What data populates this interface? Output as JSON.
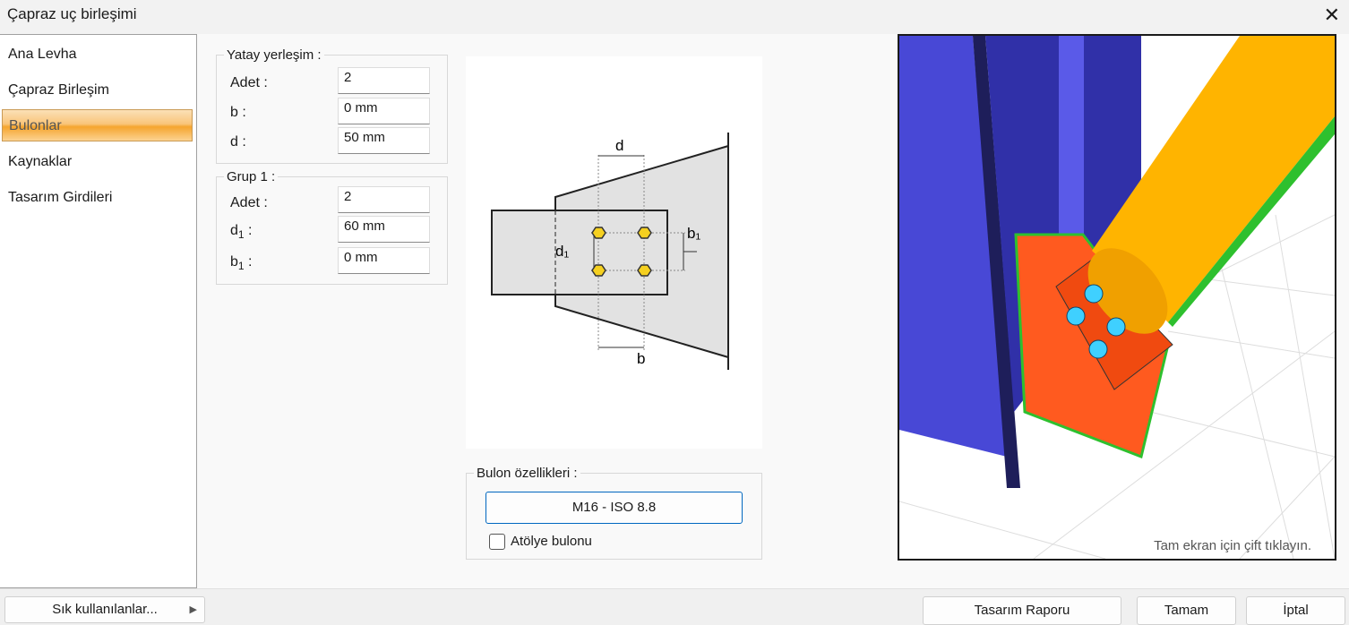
{
  "window": {
    "title": "Çapraz uç birleşimi",
    "close_icon": "close-icon"
  },
  "sidebar": {
    "items": [
      {
        "label": "Ana Levha"
      },
      {
        "label": "Çapraz Birleşim"
      },
      {
        "label": "Bulonlar"
      },
      {
        "label": "Kaynaklar"
      },
      {
        "label": "Tasarım Girdileri"
      }
    ]
  },
  "yatay": {
    "title": "Yatay yerleşim :",
    "adet_label": "Adet :",
    "adet": "2",
    "b_label": "b :",
    "b": "0 mm",
    "d_label": "d :",
    "d": "50 mm"
  },
  "grup1": {
    "title": "Grup 1 :",
    "adet_label": "Adet :",
    "adet": "2",
    "d1_label": "d",
    "d1_sub": "1",
    "d1_colon": " :",
    "d1": "60 mm",
    "b1_label": "b",
    "b1_sub": "1",
    "b1_colon": " :",
    "b1": "0 mm"
  },
  "diagram": {
    "d": "d",
    "d1": "d₁",
    "b1": "b₁",
    "b": "b"
  },
  "bulon": {
    "title": "Bulon özellikleri :",
    "type": "M16 - ISO 8.8",
    "atolye_label": "Atölye bulonu",
    "atolye_checked": false
  },
  "viewer": {
    "hint": "Tam ekran için çift tıklayın."
  },
  "footer": {
    "favorites": "Sık kullanılanlar...",
    "report": "Tasarım Raporu",
    "ok": "Tamam",
    "cancel": "İptal"
  },
  "colors": {
    "accent": "#f5a52e",
    "column": "#4646d6",
    "plate": "#ff5a1f",
    "tube": "#ffb400",
    "bolt": "#3fd0ff",
    "weld": "#2ec02e"
  }
}
